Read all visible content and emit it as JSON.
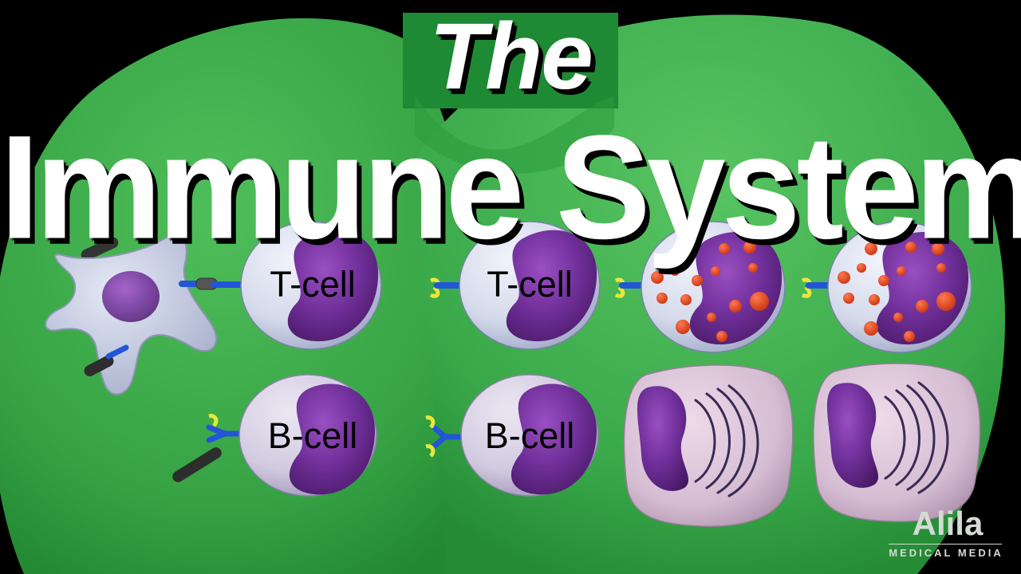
{
  "title": {
    "line1": "The",
    "line2": "Immune System"
  },
  "cells": {
    "t_label": "T-cell",
    "b_label": "B-cell"
  },
  "brand": {
    "name": "Alila",
    "subtitle": "MEDICAL MEDIA"
  },
  "colors": {
    "background_green": "#3aa84c",
    "cell_body": "#d6dbe9",
    "nucleus": "#6a2d94",
    "granule": "#e8431d",
    "plasma_cell": "#d9c3d6",
    "receptor_blue": "#2255d8",
    "receptor_yellow": "#e8e83a"
  }
}
